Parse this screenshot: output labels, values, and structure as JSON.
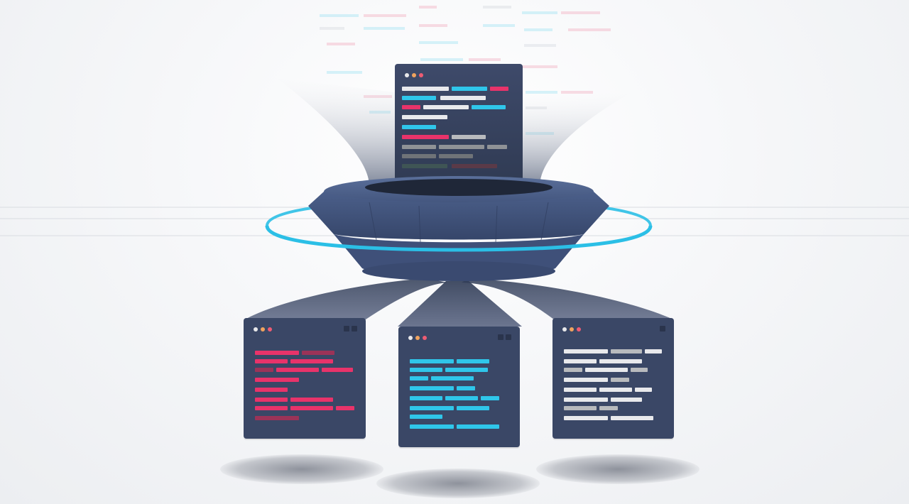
{
  "colors": {
    "background": "#f3f4f6",
    "window": "#3a4766",
    "funnel": "#3e5178",
    "ring": "#2bbfe6",
    "code_white": "#e8e9ec",
    "code_gray": "#b8babd",
    "code_cyan": "#2fc6ea",
    "code_pink": "#e8336a"
  },
  "illustration": {
    "top_window": {
      "icon": "code-window-icon",
      "theme": "mixed"
    },
    "funnel": {
      "icon": "funnel-icon"
    },
    "ring": {
      "icon": "glow-ring-icon"
    },
    "bottom_windows": [
      {
        "icon": "code-window-icon",
        "theme": "pink"
      },
      {
        "icon": "code-window-icon",
        "theme": "cyan"
      },
      {
        "icon": "code-window-icon",
        "theme": "white"
      }
    ]
  }
}
